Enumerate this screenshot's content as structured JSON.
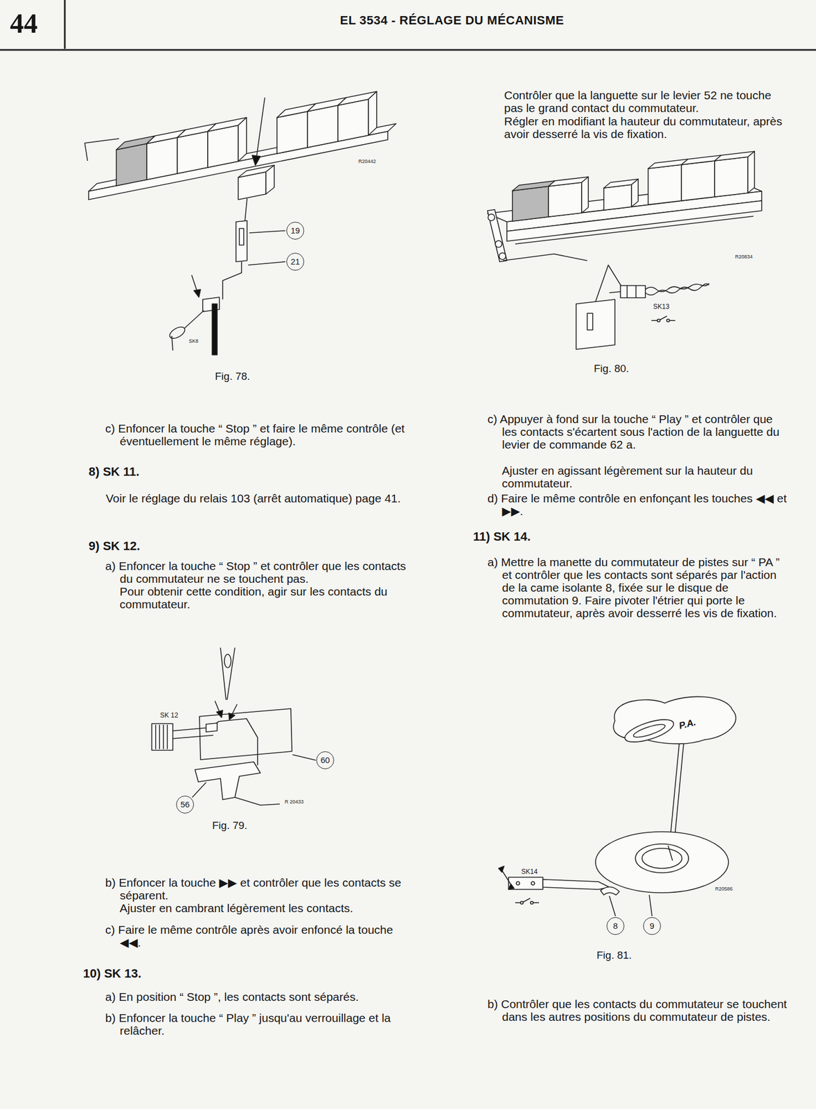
{
  "diagram": {
    "title": "EL 3534 - RÉGLAGE DU MÉCANISME",
    "nodes": [
      {
        "text": [
          "19"
        ]
      },
      {
        "text": [
          "21"
        ]
      },
      {
        "text": [
          "60"
        ]
      },
      {
        "text": [
          "56"
        ]
      },
      {
        "text": [
          "8"
        ]
      },
      {
        "text": [
          "9"
        ]
      }
    ],
    "labels": [
      "44",
      "Fig. 78.",
      "R20442",
      "SK8",
      "c) Enfoncer la touche “ Stop ” et faire le même contrôle (et éventuellement le même réglage).",
      "8) SK 11.",
      "Voir le réglage du relais 103 (arrêt automatique) page 41.",
      "9) SK 12.",
      "a) Enfoncer la touche “ Stop ” et contrôler que les contacts du commutateur ne se touchent pas.",
      "Pour obtenir cette condition, agir sur les contacts du commutateur.",
      "SK 12",
      "R 20433",
      "Fig. 79.",
      "b) Enfoncer la touche ▶▶ et contrôler que les contacts se séparent.",
      "Ajuster en cambrant légèrement les contacts.",
      "c) Faire le même contrôle après avoir enfoncé la touche ◀◀.",
      "10) SK 13.",
      "a) En position “ Stop ”, les contacts sont séparés.",
      "b) Enfoncer la touche “ Play ” jusqu'au verrouillage et la relâcher.",
      "Contrôler que la languette sur le levier 52 ne touche pas le grand contact du commutateur.",
      "Régler en modifiant la hauteur du commutateur, après avoir desserré la vis de fixation.",
      "R20834",
      "SK13",
      "Fig. 80.",
      "c) Appuyer à fond sur la touche “ Play ” et contrôler que les contacts s'écartent sous l'action de la languette du levier de commande 62 a.",
      "Ajuster en agissant légèrement sur la hauteur du commutateur.",
      "d) Faire le même contrôle en enfonçant les touches ◀◀ et ▶▶.",
      "11) SK 14.",
      "a) Mettre la manette du commutateur de pistes sur “ PA ” et contrôler que les contacts sont séparés par l'action de la came isolante 8, fixée sur le disque de commutation 9. Faire pivoter l'étrier qui porte le commutateur, après avoir desserré les vis de fixation.",
      "P.A.",
      "SK14",
      "R20586",
      "Fig. 81.",
      "b) Contrôler que les contacts du commutateur se touchent dans les autres positions du commutateur de pistes."
    ]
  }
}
